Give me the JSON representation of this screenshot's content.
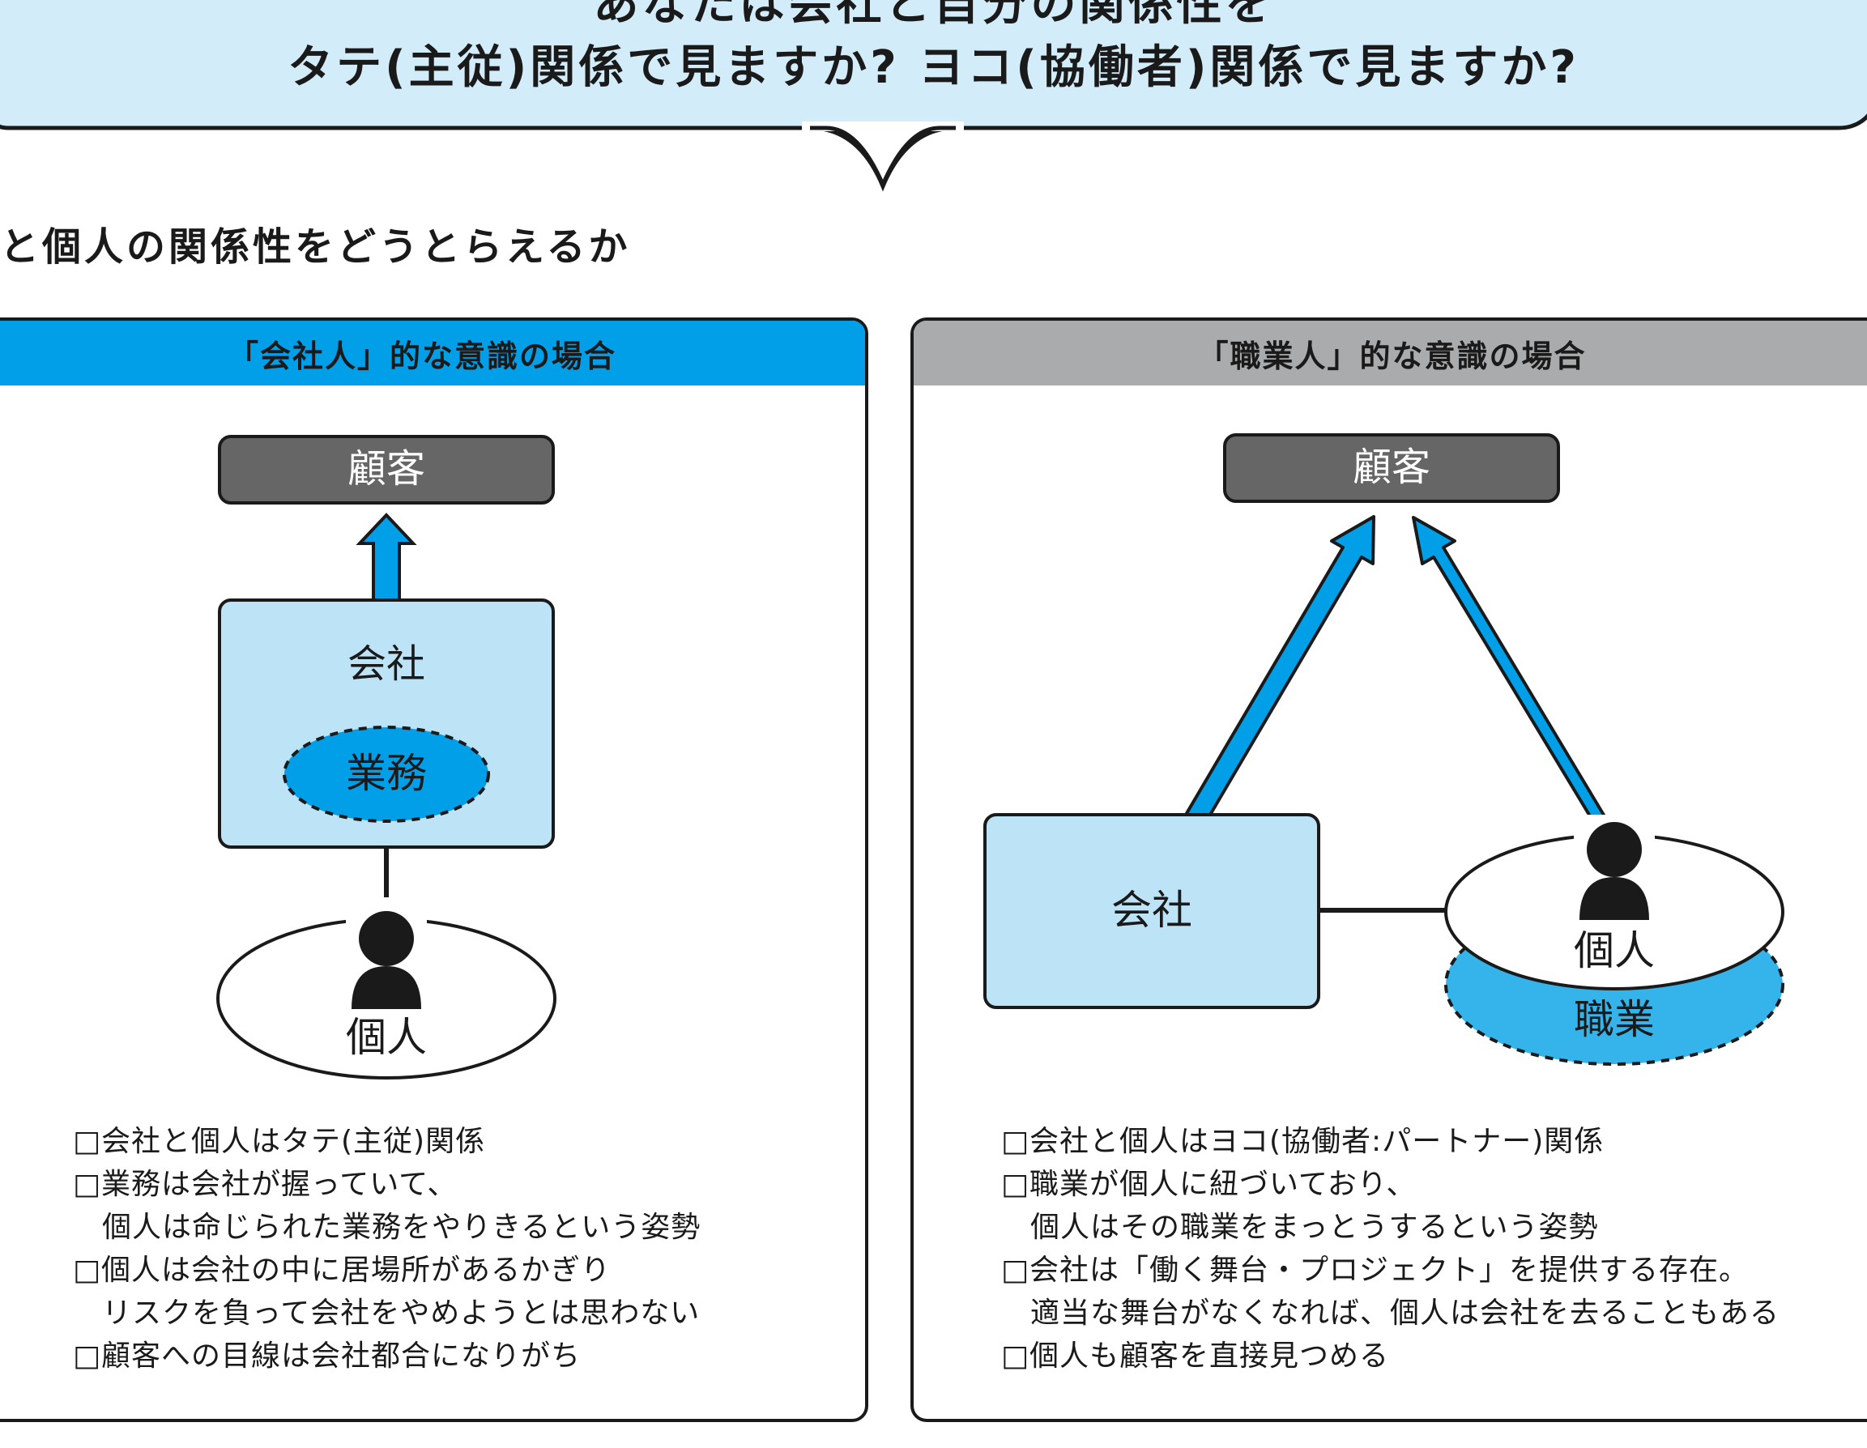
{
  "header": {
    "line1": "あなたは会社と自分の関係性を",
    "line2": "タテ(主従)関係で見ますか? ヨコ(協働者)関係で見ますか?"
  },
  "subtitle": "と個人の関係性をどうとらえるか",
  "left_panel": {
    "title": "「会社人」的な意識の場合",
    "customer": "顧客",
    "company": "会社",
    "work": "業務",
    "individual": "個人",
    "notes": [
      "□会社と個人はタテ(主従)関係",
      "□業務は会社が握っていて、",
      "個人は命じられた業務をやりきるという姿勢",
      "□個人は会社の中に居場所があるかぎり",
      "リスクを負って会社をやめようとは思わない",
      "□顧客への目線は会社都合になりがち"
    ]
  },
  "right_panel": {
    "title": "「職業人」的な意識の場合",
    "customer": "顧客",
    "company": "会社",
    "individual": "個人",
    "profession": "職業",
    "notes": [
      "□会社と個人はヨコ(協働者:パートナー)関係",
      "□職業が個人に紐づいており、",
      "個人はその職業をまっとうするという姿勢",
      "□会社は「働く舞台・プロジェクト」を提供する存在。",
      "適当な舞台がなくなれば、個人は会社を去ることもある",
      "□個人も顧客を直接見つめる"
    ]
  },
  "colors": {
    "speech_fill": "#d3ecf9",
    "blue": "#009fe8",
    "light_blue": "#bde3f7",
    "dark_gray": "#666666",
    "gray_header": "#a9abad",
    "ink": "#1a1a1a"
  }
}
